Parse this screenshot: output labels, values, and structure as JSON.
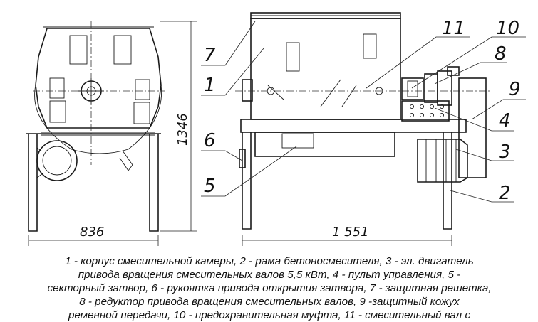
{
  "dimensions": {
    "front_width": "836",
    "height": "1346",
    "side_length": "1 551"
  },
  "callouts": [
    "1",
    "2",
    "3",
    "4",
    "5",
    "6",
    "7",
    "8",
    "9",
    "10",
    "11"
  ],
  "caption": {
    "lines": [
      "1 - корпус смесительной камеры, 2 - рама бетоносмесителя, 3 - эл. двигатель",
      "привода вращения смесительных валов 5,5 кВт, 4 - пульт управления, 5 -",
      "секторный затвор, 6 - рукоятка привода открытия затвора, 7 - защитная решетка,",
      "8 - редуктор привода вращения смесительных валов, 9 -защитный кожух",
      "ременной передачи, 10 - предохранительная муфта, 11 - смесительный вал с"
    ]
  }
}
